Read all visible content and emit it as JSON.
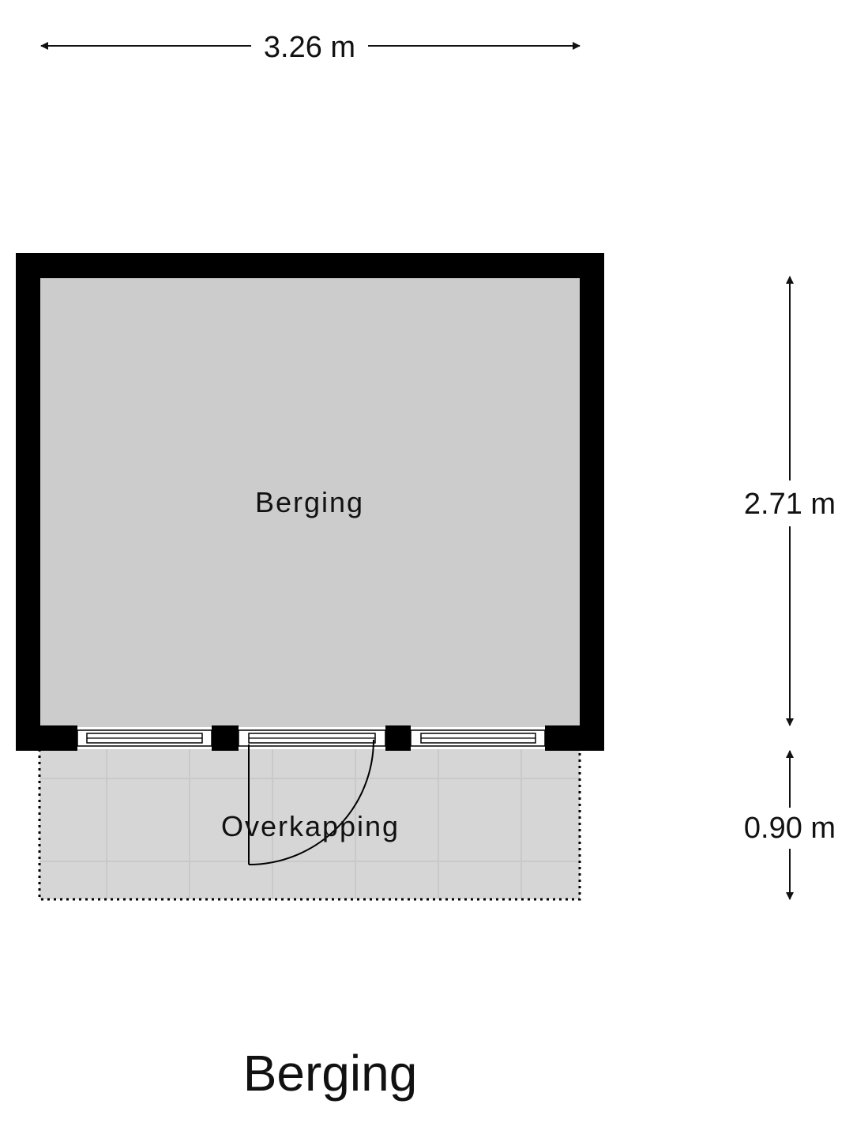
{
  "dimensions": {
    "width": "3.26 m",
    "depth_room": "2.71 m",
    "depth_canopy": "0.90 m"
  },
  "rooms": {
    "berging": "Berging",
    "overkapping": "Overkapping"
  },
  "title": "Berging",
  "colors": {
    "wall": "#000000",
    "room_fill": "#cccccc",
    "canopy_fill": "#d6d6d6",
    "canopy_tile_line": "#cbcbcb",
    "background": "#ffffff"
  }
}
